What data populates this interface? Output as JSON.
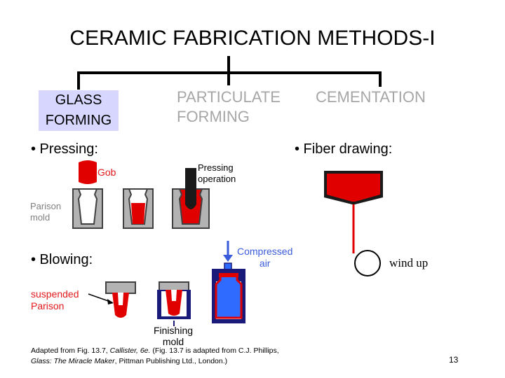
{
  "title": "CERAMIC FABRICATION METHODS-I",
  "categories": {
    "glass_forming": "GLASS\nFORMING",
    "particulate_forming": "PARTICULATE\nFORMING",
    "cementation": "CEMENTATION"
  },
  "bullets": {
    "pressing": "• Pressing:",
    "blowing": "• Blowing:",
    "fiber_drawing": "• Fiber drawing:"
  },
  "labels": {
    "gob": "Gob",
    "parison_mold": "Parison\nmold",
    "pressing_operation": "Pressing\noperation",
    "compressed_air": "Compressed\nair",
    "suspended_parison": "suspended\nParison",
    "finishing_mold": "Finishing\nmold",
    "wind_up": "wind up"
  },
  "caption": {
    "line1_prefix": "Adapted from Fig. 13.7, ",
    "line1_author": "Callister, 6e.",
    "line1_suffix": "  (Fig. 13.7 is adapted from C.J. Phillips,",
    "line2_book": "Glass:  The Miracle Maker",
    "line2_suffix": ", Pittman Publishing Ltd., London.)"
  },
  "page_number": "13",
  "colors": {
    "glass_red": "#e00000",
    "mold_grey": "#b3b3b3",
    "mold_dark": "#404040",
    "finishing_blue": "#1a1a7a",
    "air_blue": "#2f6bff",
    "highlight": "#d6d6ff"
  }
}
